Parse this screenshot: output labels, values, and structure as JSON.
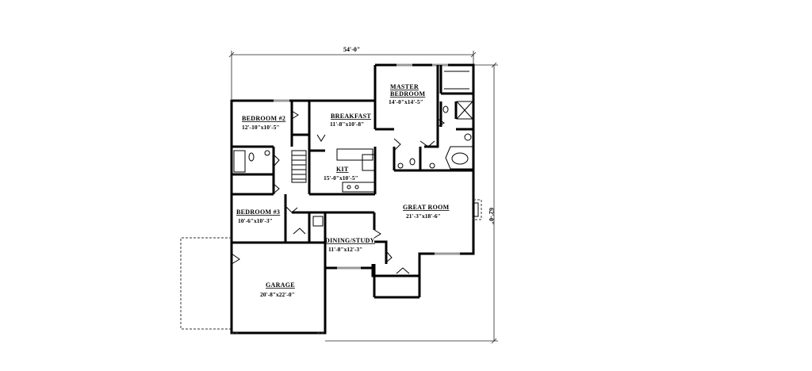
{
  "plan": {
    "overall_width": "54'-0\"",
    "overall_depth": "62'-0\"",
    "rooms": [
      {
        "id": "master-bedroom",
        "name_line1": "MASTER",
        "name_line2": "BEDROOM",
        "size": "14'-0\"x14'-5\""
      },
      {
        "id": "bedroom-2",
        "name": "BEDROOM #2",
        "size": "12'-10\"x10'-5\""
      },
      {
        "id": "breakfast",
        "name": "BREAKFAST",
        "size": "11'-8\"x10'-8\""
      },
      {
        "id": "kitchen",
        "name": "KIT",
        "size": "15'-0\"x10'-5\""
      },
      {
        "id": "great-room",
        "name": "GREAT ROOM",
        "size": "21'-3\"x18'-6\""
      },
      {
        "id": "bedroom-3",
        "name": "BEDROOM #3",
        "size": "10'-6\"x10'-3\""
      },
      {
        "id": "dining-study",
        "name": "DINING/STUDY",
        "size": "11'-8\"x12'-3\""
      },
      {
        "id": "garage",
        "name": "GARAGE",
        "size": "20'-8\"x22'-0\""
      }
    ]
  }
}
